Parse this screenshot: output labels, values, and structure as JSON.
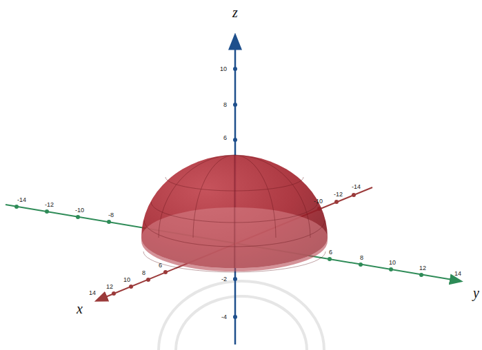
{
  "diagram": {
    "labels": [
      "z",
      "10",
      "8",
      "6",
      "-2",
      "-4",
      "-14",
      "-12",
      "-10",
      "-8",
      "6",
      "8",
      "10",
      "12",
      "14",
      "y",
      "14",
      "12",
      "10",
      "8",
      "6",
      "-10",
      "-12",
      "-14",
      "x"
    ]
  }
}
